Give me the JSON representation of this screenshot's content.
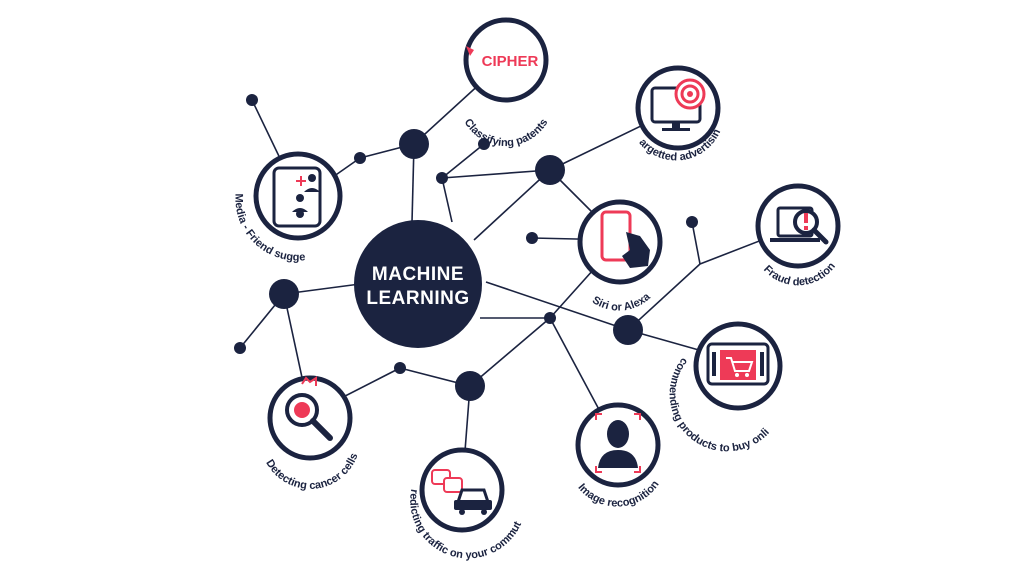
{
  "center": {
    "line1": "MACHINE",
    "line2": "LEARNING"
  },
  "colors": {
    "navy": "#1b2340",
    "accent": "#ee3a57",
    "bg": "#ffffff"
  },
  "nodes": {
    "cipher": {
      "logo": "CIPHER",
      "label": "Classifying patents",
      "icon": "cipher-logo-icon"
    },
    "advertising": {
      "label": "Targetted advertising",
      "icon": "monitor-target-icon"
    },
    "fraud": {
      "label": "Fraud detection",
      "icon": "laptop-magnifier-alert-icon"
    },
    "recommending": {
      "label": "Recommending products to buy online",
      "icon": "laptop-cart-icon"
    },
    "image": {
      "label": "Image recognition",
      "icon": "face-scan-icon"
    },
    "traffic": {
      "label": "Predicting traffic on your commute",
      "icon": "cars-traffic-icon"
    },
    "cancer": {
      "label": "Detecting cancer cells",
      "icon": "magnifier-cell-icon"
    },
    "social": {
      "label": "Social Media - Friend suggestions",
      "icon": "phone-people-icon"
    },
    "siri": {
      "label": "Siri or Alexa",
      "icon": "phone-hand-icon"
    }
  }
}
